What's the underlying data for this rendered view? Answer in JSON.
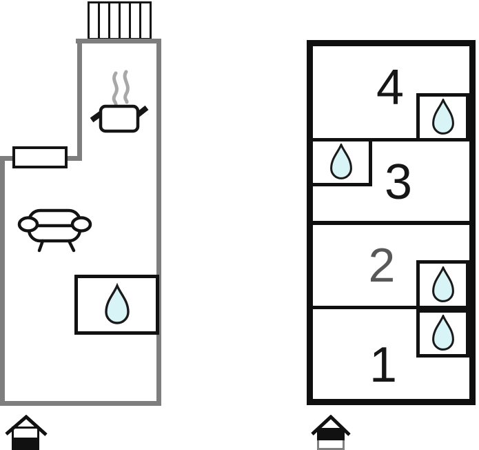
{
  "diagram": {
    "type": "floor-plan",
    "colors": {
      "ground_wall_gray": "#7e7e7e",
      "upper_wall_black": "#0f0f0f",
      "water_drop_fill": "#d9f4f6",
      "water_drop_outline": "#1a1a1a",
      "steam_gray": "#a8a8a8",
      "room_number_black": "#161616",
      "room_number_gray": "#585858"
    },
    "ground_floor": {
      "level_indicator": "house-ground-floor-highlighted",
      "features": [
        "terrace-deck-bars",
        "window",
        "steaming-pot-stove",
        "sofa",
        "bathroom-water-drop"
      ]
    },
    "upper_floor": {
      "level_indicator": "house-upper-floor-highlighted",
      "rooms": [
        {
          "label": "4",
          "feature": "water-drop-closet-right"
        },
        {
          "label": "3",
          "feature": "water-drop-closet-left"
        },
        {
          "label": "2",
          "feature": "water-drop-closet-right"
        },
        {
          "label": "1",
          "feature": "water-drop-closet-right"
        }
      ]
    }
  }
}
